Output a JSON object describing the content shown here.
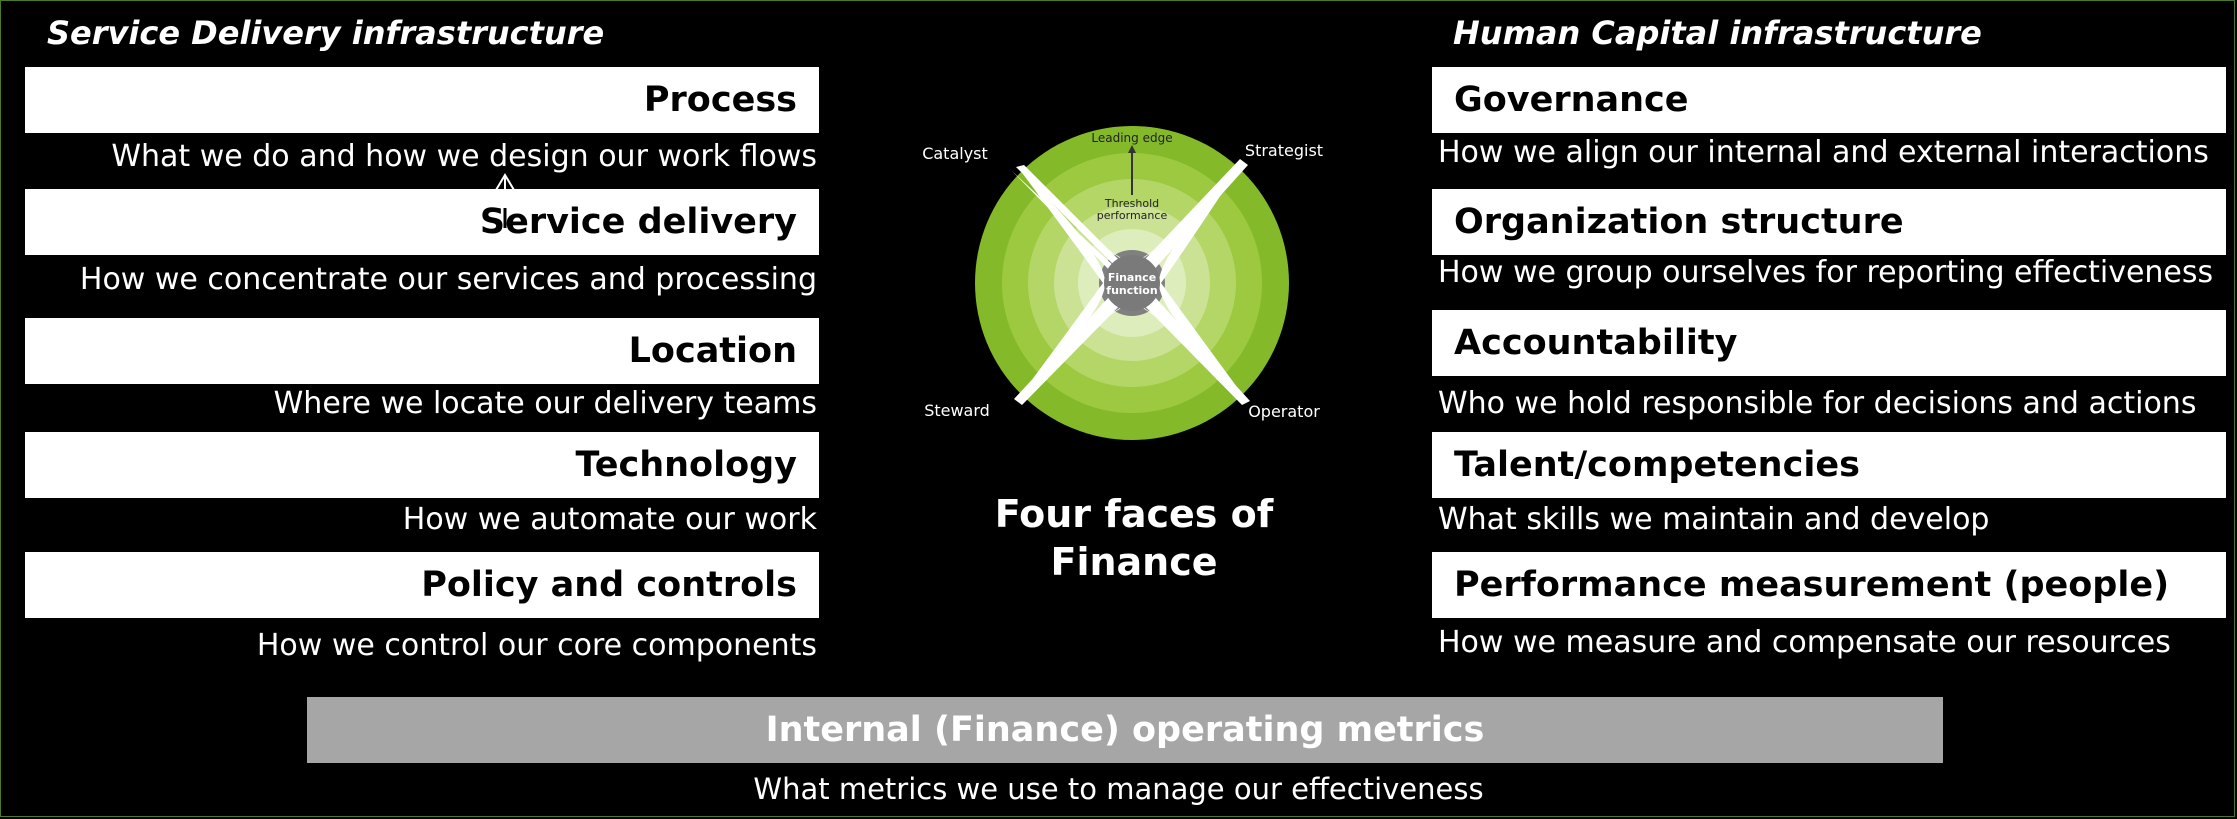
{
  "left": {
    "title": "Service Delivery infrastructure",
    "items": [
      {
        "label": "Process",
        "desc": "What we do and how we design our work flows"
      },
      {
        "label": "Service delivery",
        "desc": "How we concentrate our services and processing"
      },
      {
        "label": "Location",
        "desc": "Where we locate our delivery teams"
      },
      {
        "label": "Technology",
        "desc": "How we automate our work"
      },
      {
        "label": "Policy and controls",
        "desc": "How we control our core components"
      }
    ]
  },
  "right": {
    "title": "Human Capital infrastructure",
    "items": [
      {
        "label": "Governance",
        "desc": "How we align our internal and external interactions"
      },
      {
        "label": "Organization structure",
        "desc": "How we group ourselves for reporting effectiveness"
      },
      {
        "label": "Accountability",
        "desc": "Who we hold responsible for decisions and actions"
      },
      {
        "label": "Talent/competencies",
        "desc": "What skills we maintain and develop"
      },
      {
        "label": "Performance measurement (people)",
        "desc": "How we measure and compensate our resources"
      }
    ]
  },
  "diagram": {
    "catalyst": "Catalyst",
    "strategist": "Strategist",
    "steward": "Steward",
    "operator": "Operator",
    "leading_edge": "Leading edge",
    "threshold_1": "Threshold",
    "threshold_2": "performance",
    "finance_1": "Finance",
    "finance_2": "function",
    "caption_1": "Four faces of",
    "caption_2": "Finance",
    "colors": {
      "ring1": "#84b92a",
      "ring2": "#9cc93f",
      "ring3": "#b4d667",
      "ring4": "#cbe294",
      "ring5": "#ddedbb",
      "core": "#808080"
    }
  },
  "bottom": {
    "label": "Internal (Finance) operating metrics",
    "desc": "What metrics we use to manage our effectiveness"
  }
}
